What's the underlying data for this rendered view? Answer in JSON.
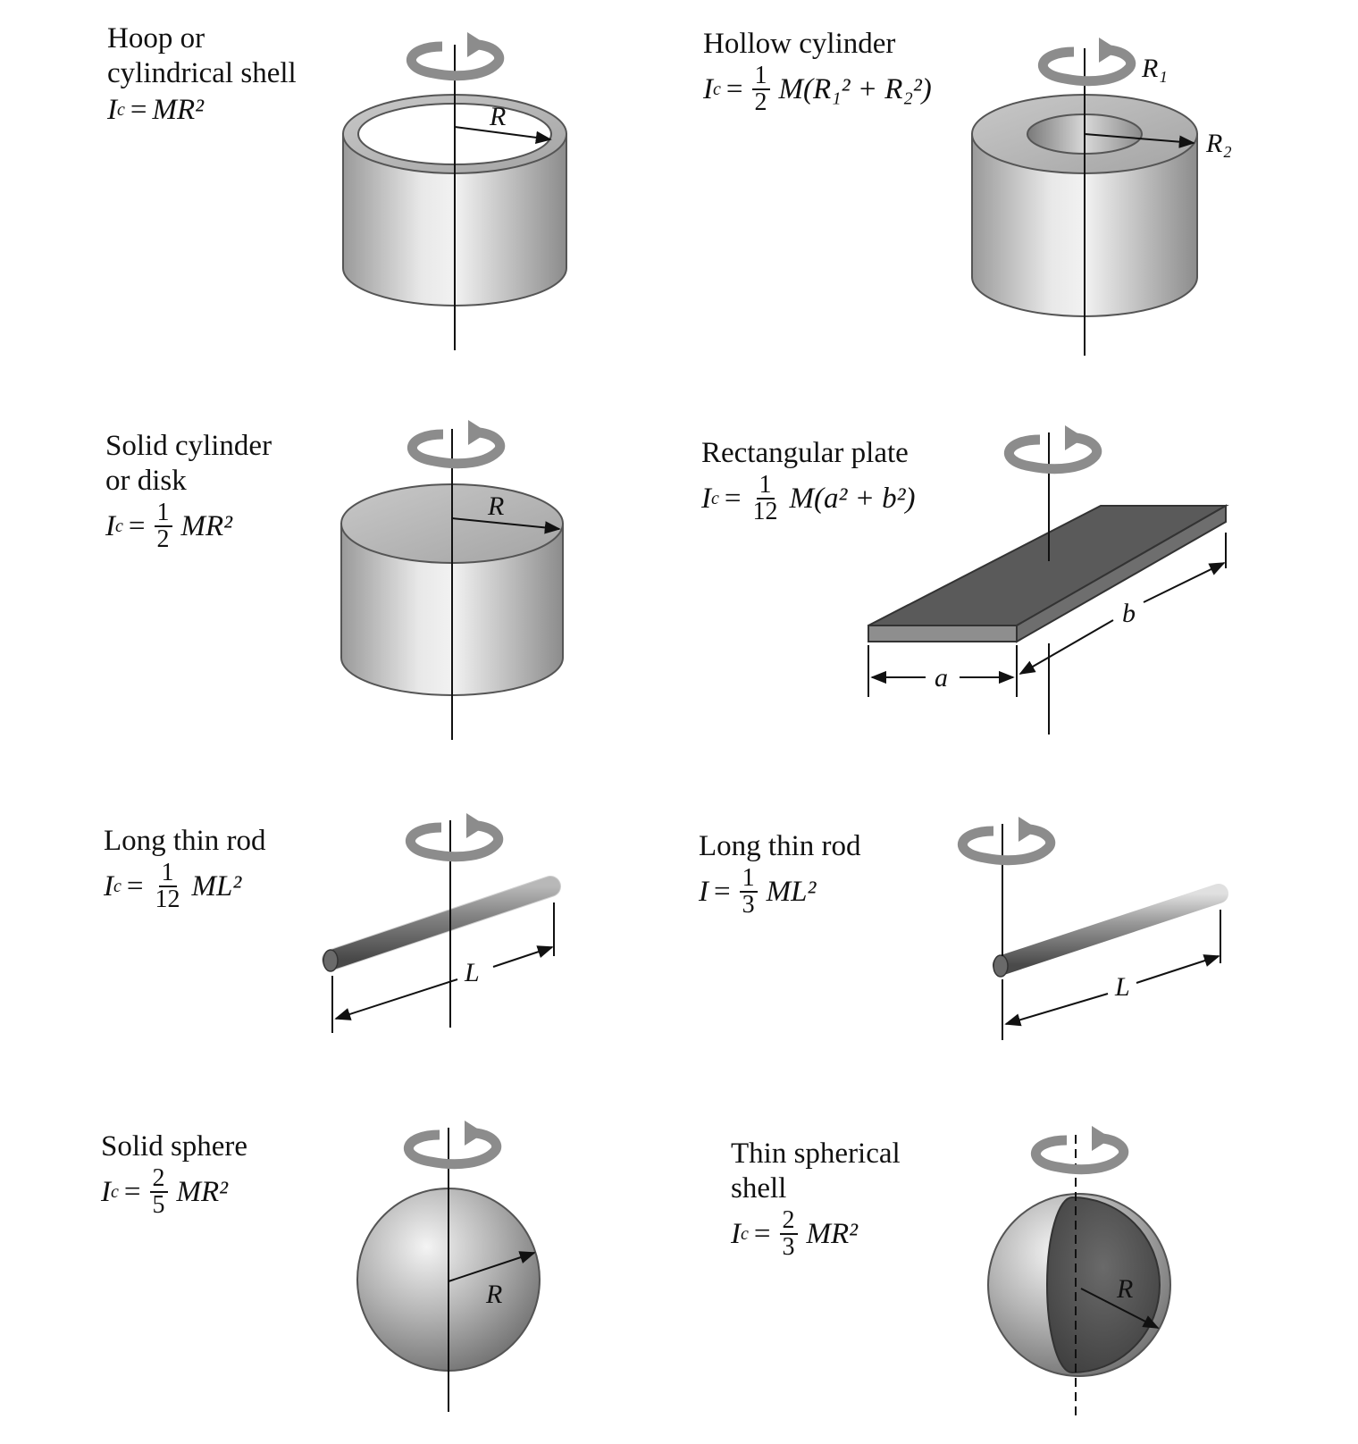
{
  "items": [
    {
      "id": "hoop",
      "name_lines": [
        "Hoop or",
        "cylindrical shell"
      ],
      "formula": {
        "lhs": "I",
        "sub": "c",
        "eq": "=",
        "frac": null,
        "rhs": "MR²"
      },
      "dims": [
        "R"
      ]
    },
    {
      "id": "hollow-cylinder",
      "name_lines": [
        "Hollow cylinder"
      ],
      "formula": {
        "lhs": "I",
        "sub": "c",
        "eq": "=",
        "frac": [
          "1",
          "2"
        ],
        "rhs": "M(R₁² + R₂²)"
      },
      "dims": [
        "R₁",
        "R₂"
      ]
    },
    {
      "id": "solid-cylinder",
      "name_lines": [
        "Solid cylinder",
        "or disk"
      ],
      "formula": {
        "lhs": "I",
        "sub": "c",
        "eq": "=",
        "frac": [
          "1",
          "2"
        ],
        "rhs": "MR²"
      },
      "dims": [
        "R"
      ]
    },
    {
      "id": "rectangular-plate",
      "name_lines": [
        "Rectangular plate"
      ],
      "formula": {
        "lhs": "I",
        "sub": "c",
        "eq": "=",
        "frac": [
          "1",
          "12"
        ],
        "rhs": "M(a² + b²)"
      },
      "dims": [
        "a",
        "b"
      ]
    },
    {
      "id": "rod-center",
      "name_lines": [
        "Long thin rod"
      ],
      "formula": {
        "lhs": "I",
        "sub": "c",
        "eq": "=",
        "frac": [
          "1",
          "12"
        ],
        "rhs": "ML²"
      },
      "dims": [
        "L"
      ]
    },
    {
      "id": "rod-end",
      "name_lines": [
        "Long thin rod"
      ],
      "formula": {
        "lhs": "I",
        "sub": "",
        "eq": "=",
        "frac": [
          "1",
          "3"
        ],
        "rhs": "ML²"
      },
      "dims": [
        "L"
      ]
    },
    {
      "id": "solid-sphere",
      "name_lines": [
        "Solid sphere"
      ],
      "formula": {
        "lhs": "I",
        "sub": "c",
        "eq": "=",
        "frac": [
          "2",
          "5"
        ],
        "rhs": "MR²"
      },
      "dims": [
        "R"
      ]
    },
    {
      "id": "spherical-shell",
      "name_lines": [
        "Thin spherical",
        "shell"
      ],
      "formula": {
        "lhs": "I",
        "sub": "c",
        "eq": "=",
        "frac": [
          "2",
          "3"
        ],
        "rhs": "MR²"
      },
      "dims": [
        "R"
      ]
    }
  ],
  "colors": {
    "gray_light": "#e4e4e4",
    "gray_mid": "#a8a8a8",
    "gray_dark": "#6a6a6a",
    "plate": "#5a5a5a",
    "arrow": "#8c8c8c"
  }
}
